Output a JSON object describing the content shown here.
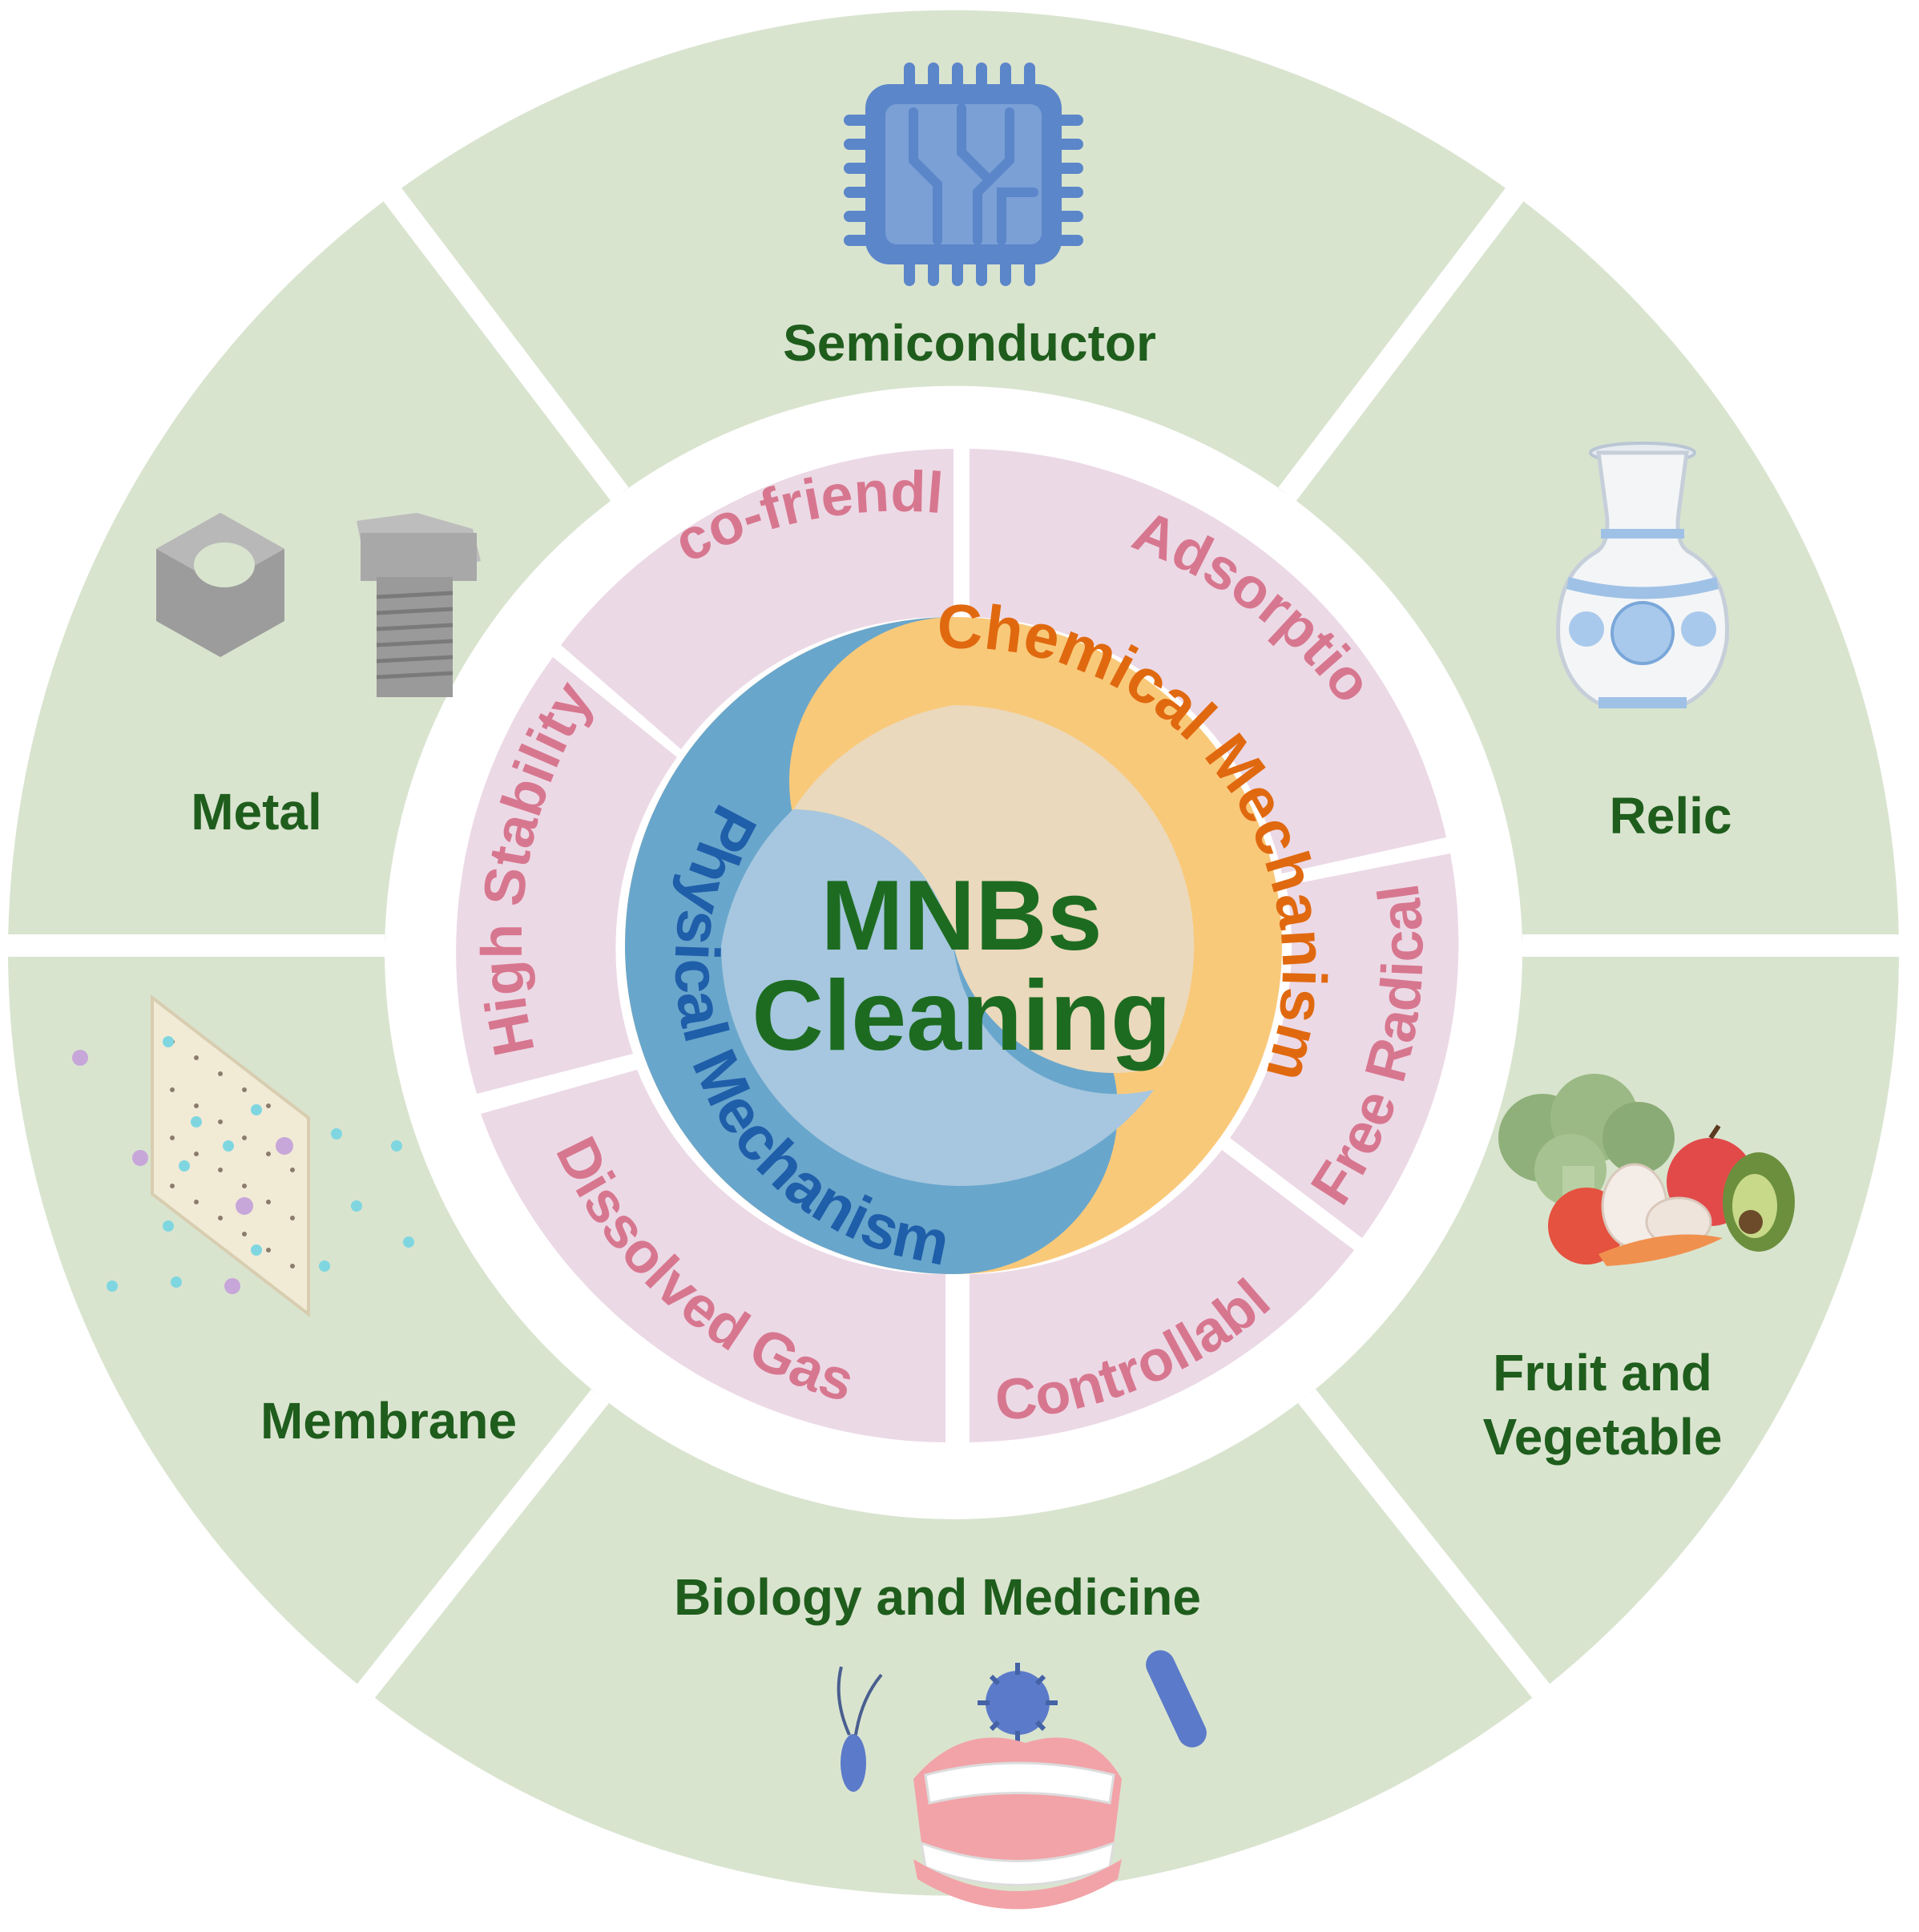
{
  "center": {
    "line1": "MNBs",
    "line2": "Cleaning"
  },
  "mechanisms": {
    "chemical": "Chemical Mechanism",
    "physical": "Physical Mechanism"
  },
  "features": {
    "eco_friendly": "Eco-friendly",
    "adsorption": "Adsorption",
    "free_radical": "Free Radical",
    "controllable": "Controllable",
    "dissolved_gas": "Dissolved Gas",
    "high_stability": "High Stability"
  },
  "applications": {
    "semiconductor": "Semiconductor",
    "relic": "Relic",
    "fruit_vegetable_line1": "Fruit and",
    "fruit_vegetable_line2": "Vegetable",
    "biology_medicine": "Biology and Medicine",
    "membrane": "Membrane",
    "metal": "Metal"
  },
  "colors": {
    "outer_sector": "#d9e4cf",
    "feature_sector": "#ecd9e6",
    "feature_text": "#d7778f",
    "app_text": "#1f5d1d",
    "center_text": "#1d6b21",
    "chemical_orange": "#f9c97a",
    "chemical_text": "#e0690f",
    "physical_blue": "#69a6cc",
    "physical_text": "#1f5ea9"
  }
}
